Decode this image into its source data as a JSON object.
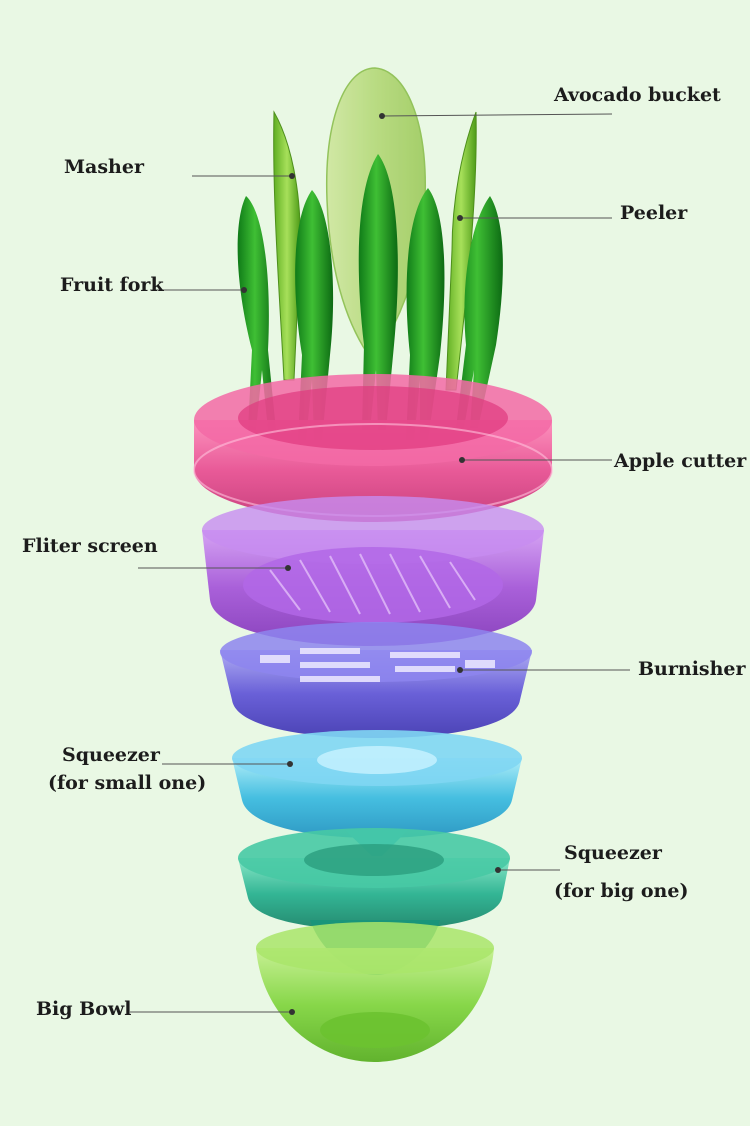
{
  "colors": {
    "background": "#e9f8e4",
    "fork": "#1f9b22",
    "fork_dark": "#0e6e14",
    "masher": "#7ac83a",
    "avocado": "#bfe08a",
    "apple_cutter": "#e8488f",
    "filter_screen": "#a24fd8",
    "burnisher": "#5b4fd6",
    "squeezer_small": "#33b8e0",
    "squeezer_big": "#1fae8c",
    "bowl": "#7fd43c",
    "leader": "#555555"
  },
  "labels": {
    "avocado_bucket": "Avocado bucket",
    "masher": "Masher",
    "peeler": "Peeler",
    "fruit_fork": "Fruit fork",
    "apple_cutter": "Apple cutter",
    "filter_screen": "Fliter screen",
    "burnisher": "Burnisher",
    "squeezer_small_line1": "Squeezer",
    "squeezer_small_line2": "(for small one)",
    "squeezer_big_line1": "Squeezer",
    "squeezer_big_line2": "(for big one)",
    "big_bowl": "Big Bowl"
  }
}
